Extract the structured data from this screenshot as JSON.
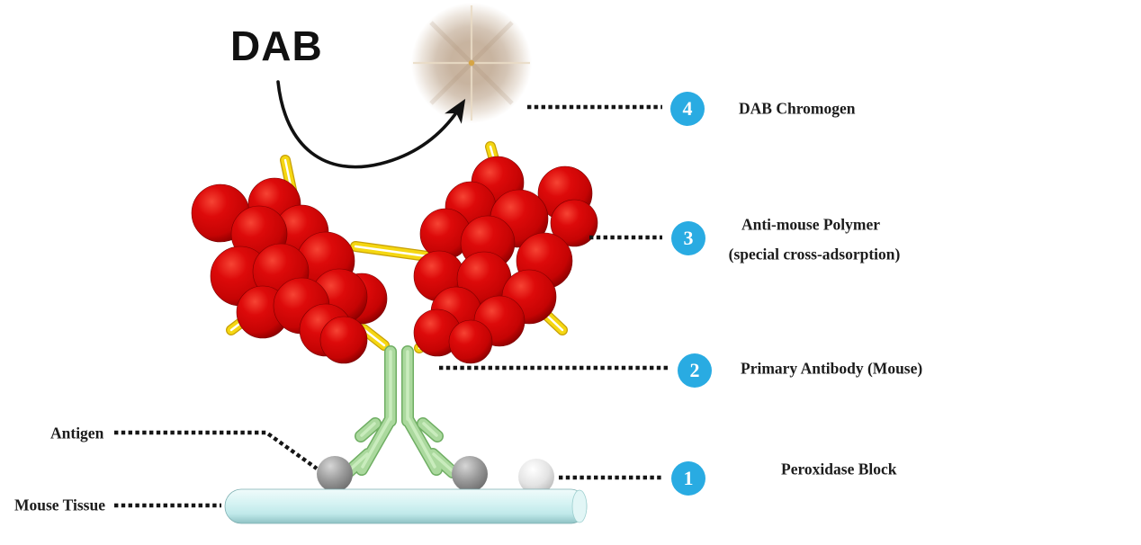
{
  "diagram_title": "DAB",
  "colors": {
    "badge_color": "#29abe2",
    "label_color": "#1c1c1c",
    "polymer_red": "#dd0a0a",
    "antibody_green": "#abd99e",
    "linker_yellow": "#f5d712",
    "tissue_cyan": "#cdeff0",
    "antigen_gray": "#8f8f8f",
    "peroxidase_white": "#e8e8e8",
    "chromogen_brown": "#b2967a",
    "line_black": "#161616"
  },
  "callouts": {
    "c4": {
      "number": "4",
      "label": "DAB Chromogen"
    },
    "c3": {
      "number": "3",
      "label": "Anti-mouse Polymer",
      "sublabel": "(special cross-adsorption)"
    },
    "c2": {
      "number": "2",
      "label": "Primary Antibody (Mouse)"
    },
    "c1": {
      "number": "1",
      "label": "Peroxidase Block"
    }
  },
  "left_labels": {
    "antigen": "Antigen",
    "mouse_tissue": "Mouse Tissue"
  }
}
